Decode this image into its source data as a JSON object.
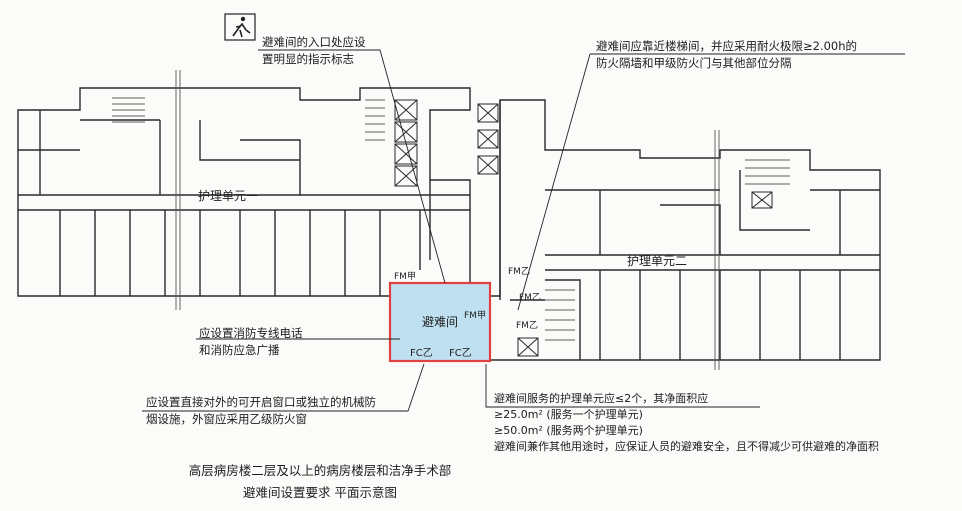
{
  "annotations": {
    "signage": [
      "避难间的入口处应设",
      "置明显的指示标志"
    ],
    "stair_adjacent": [
      "避难间应靠近楼梯间，并应采用耐火极限≥2.00h的",
      "防火隔墙和甲级防火门与其他部位分隔"
    ],
    "fire_phone": [
      "应设置消防专线电话",
      "和消防应急广播"
    ],
    "window": [
      "应设置直接对外的可开启窗口或独立的机械防",
      "烟设施，外窗应采用乙级防火窗"
    ],
    "service_area": [
      "避难间服务的护理单元应≤2个，其净面积应",
      "≥25.0m² (服务一个护理单元)",
      "≥50.0m² (服务两个护理单元)",
      "避难间兼作其他用途时，应保证人员的避难安全，且不得减少可供避难的净面积"
    ]
  },
  "labels": {
    "unit_one": "护理单元一",
    "unit_two": "护理单元二",
    "refuge_room": "避难间",
    "fm_a": "FM甲",
    "fm_b": "FM乙",
    "fc_z": "FC乙"
  },
  "caption": [
    "高层病房楼二层及以上的病房楼层和洁净手术部",
    "避难间设置要求 平面示意图"
  ],
  "colors": {
    "refuge_fill": "#bfe0f0",
    "refuge_wall": "#e04040",
    "line": "#2a2a2a"
  }
}
